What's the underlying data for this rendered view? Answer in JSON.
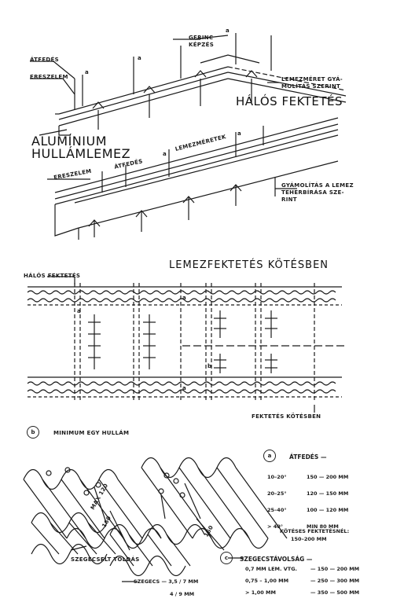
{
  "top": {
    "labels": {
      "atfedes": "ÁTFEDÉS",
      "ereszelem": "ERESZELEM",
      "gerinc_kepzes_1": "GERINC",
      "gerinc_kepzes_2": "KÉPZÉS",
      "lemezmeret_1": "LEMEZMÉRET GYÁ-",
      "lemezmeret_2": "MOLÍTÁS SZERINT",
      "halos_fektetes": "HÁLÓS FEKTETÉS",
      "aluminium": "ALUMÍNIUM",
      "hullamlemez": "HULLÁMLEMEZ",
      "lemezmeretek": "LEMEZMÉRETEK",
      "ereszelem2": "ERESZELEM",
      "atfedes2": "ÁTFEDÉS",
      "gyamolitas_1": "GYÁMOLÍTÁS A LEMEZ",
      "gyamolitas_2": "TEHERBÍRÁSA SZE-",
      "gyamolitas_3": "RINT",
      "a_marks": [
        "a",
        "a",
        "a",
        "a",
        "a"
      ]
    }
  },
  "middle": {
    "title": "LEMEZFEKTETÉS KÖTÉSBEN",
    "halos_label": "HÁLÓS FEKTETÉS",
    "koteses_label": "FEKTETÉS KÖTÉSBEN",
    "marks": [
      "a",
      "a",
      "a",
      "b"
    ]
  },
  "bottom": {
    "b_circle": "b",
    "minimum_label": "MINIMUM EGY HULLÁM",
    "max_label": "MAX 120",
    "dim_160a": "160",
    "dim_160b": "160",
    "szegecselt": "SZEGECSELT TOLDÁS",
    "szegecs_1": "SZEGECS — 3,5 / 7 MM",
    "szegecs_2": "4 / 9 MM",
    "a_circle": "a",
    "atfedes_header": "ÁTFEDÉS —",
    "atfedes_rows": [
      {
        "angle": "10–20°",
        "value": "150 — 200 MM"
      },
      {
        "angle": "20–25°",
        "value": "120 — 150 MM"
      },
      {
        "angle": "25–40°",
        "value": "100 — 120 MM"
      },
      {
        "angle": "> 40°",
        "value": "MIN 80 MM"
      }
    ],
    "koteses_note_1": "KÖTÉSES FEKTETÉSNÉL:",
    "koteses_note_2": "150–200 MM",
    "c_circle": "c",
    "szegecs_header": "SZEGECSTÁVOLSÁG —",
    "szegecs_rows": [
      {
        "thick": "0,7 MM LEM. VTG.",
        "value": "— 150 — 200 MM"
      },
      {
        "thick": "0,75 – 1,00 MM",
        "value": "— 250 — 300 MM"
      },
      {
        "thick": "> 1,00 MM",
        "value": "— 350 — 500 MM"
      }
    ]
  },
  "colors": {
    "ink": "#1a1a1a",
    "paper": "#ffffff"
  }
}
